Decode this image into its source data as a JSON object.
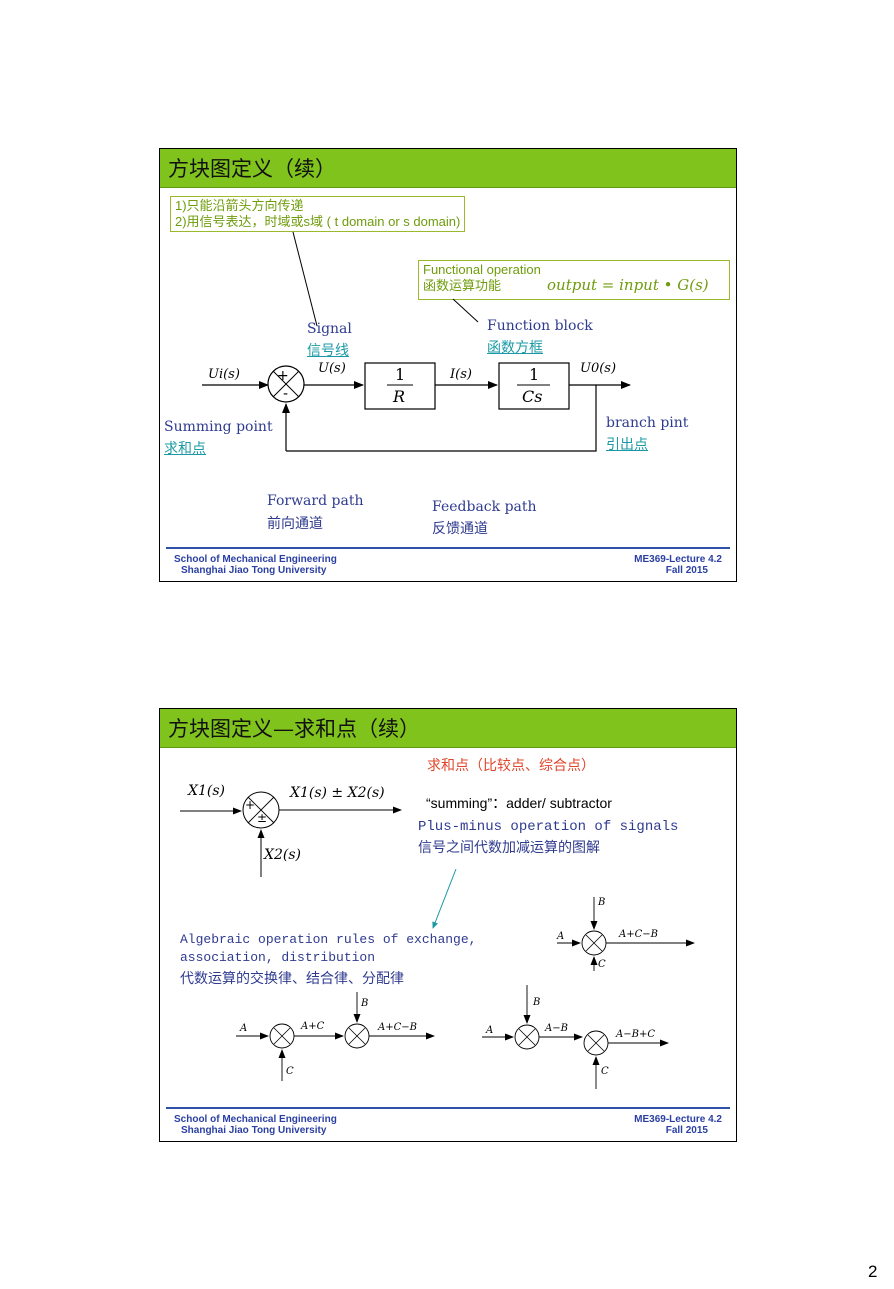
{
  "slide1": {
    "title": "方块图定义（续）",
    "note_box": {
      "line1": "1)只能沿箭头方向传递",
      "line2": "2)用信号表达，时域或s域 ( t domain or s domain)"
    },
    "func_box": {
      "line1": "Functional operation",
      "line2": "函数运算功能",
      "formula": "output = input • G(s)"
    },
    "signal_en": "Signal",
    "signal_cn": "信号线",
    "block_en": "Function block",
    "block_cn": "函数方框",
    "input_sig": "Ui(s)",
    "u_sig": "U(s)",
    "i_sig": "I(s)",
    "out_sig": "U0(s)",
    "block1_num": "1",
    "block1_den": "R",
    "block2_num": "1",
    "block2_den": "Cs",
    "plus": "+",
    "minus": "-",
    "summing_en": "Summing point",
    "summing_cn": "求和点",
    "branch_en": "branch pint",
    "branch_cn": "引出点",
    "forward_en": "Forward path",
    "forward_cn": "前向通道",
    "feedback_en": "Feedback path",
    "feedback_cn": "反馈通道",
    "footer_left1": "School of Mechanical Engineering",
    "footer_left2": "Shanghai Jiao Tong University",
    "footer_right1": "ME369-Lecture 4.2",
    "footer_right2": "Fall 2015"
  },
  "slide2": {
    "title": "方块图定义—求和点（续）",
    "red_heading": "求和点（比较点、综合点）",
    "summing_line": "“summing”：adder/ subtractor",
    "plusminus_en": "Plus-minus operation of signals",
    "plusminus_cn": "信号之间代数加减运算的图解",
    "x1": "X1(s)",
    "x2": "X2(s)",
    "x_out": "X1(s) ± X2(s)",
    "pm": "±",
    "rules_en1": "Algebraic operation rules of exchange,",
    "rules_en2": "association,  distribution",
    "rules_cn": "代数运算的交换律、结合律、分配律",
    "A": "A",
    "B": "B",
    "C": "C",
    "apc": "A+C",
    "apcmb": "A+C−B",
    "amb": "A−B",
    "ambpc": "A−B+C",
    "footer_left1": "School of Mechanical Engineering",
    "footer_left2": "Shanghai Jiao Tong University",
    "footer_right1": "ME369-Lecture 4.2",
    "footer_right2": "Fall 2015"
  },
  "page_number": "2",
  "colors": {
    "title_bar": "#7fc31c",
    "label_blue": "#2f3b8f",
    "link_teal": "#1b9aa6",
    "note_green": "#6f9c0c",
    "red_text": "#e0452a",
    "footer_blue": "#2a3fa3"
  }
}
